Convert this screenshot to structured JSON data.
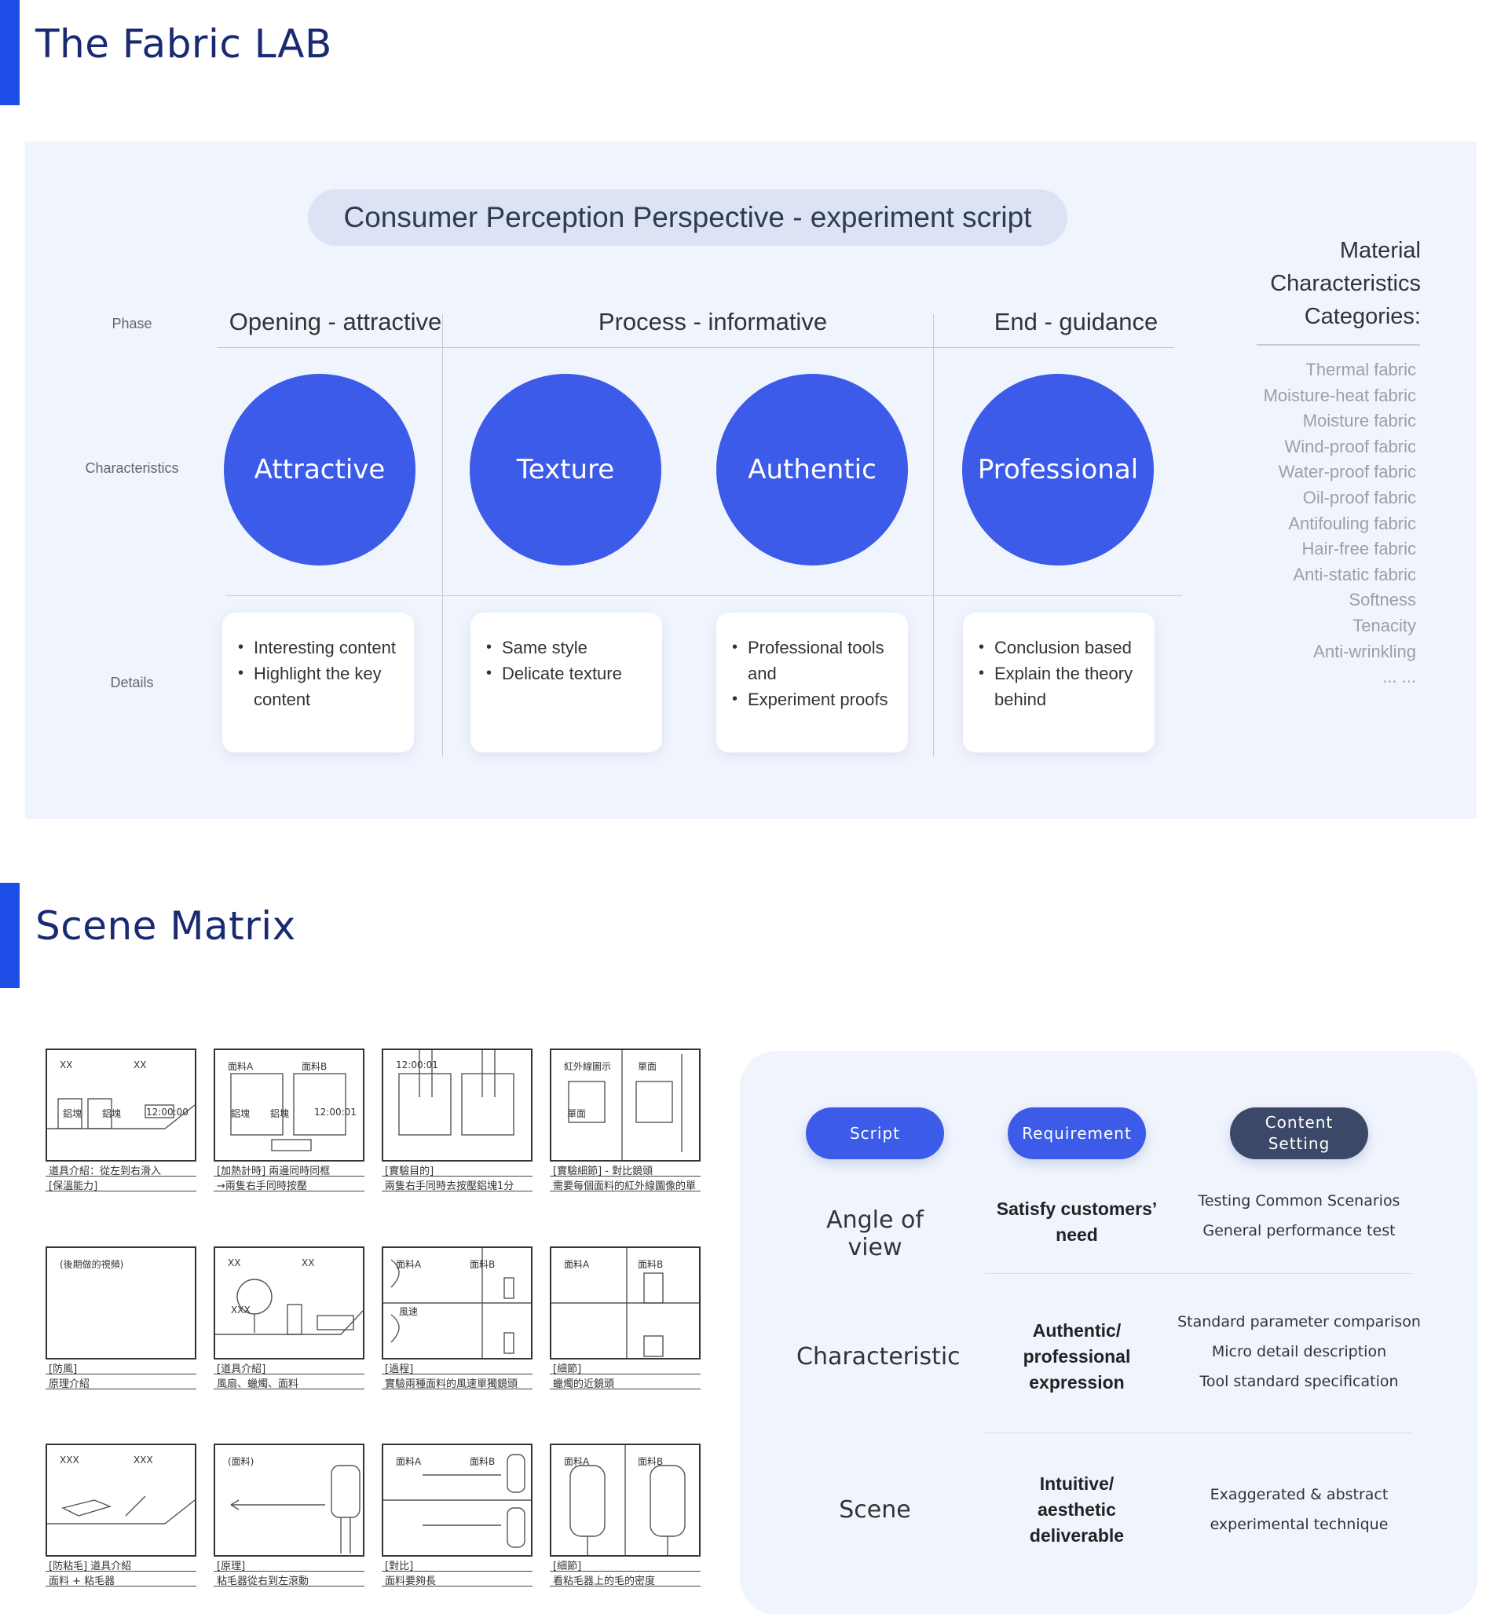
{
  "section1_title": "The Fabric LAB",
  "section2_title": "Scene Matrix",
  "script_panel": {
    "title": "Consumer Perception Perspective - experiment script",
    "row_labels": {
      "phase": "Phase",
      "characteristics": "Characteristics",
      "details": "Details"
    },
    "phases": [
      "Opening - attractive",
      "Process - informative",
      "End - guidance"
    ],
    "characteristics": [
      "Attractive",
      "Texture",
      "Authentic",
      "Professional"
    ],
    "details": [
      [
        "Interesting content",
        "Highlight the key content"
      ],
      [
        "Same style",
        "Delicate texture"
      ],
      [
        "Professional tools and",
        "Experiment proofs"
      ],
      [
        "Conclusion based",
        "Explain the theory behind"
      ]
    ],
    "material_title": "Material Characteristics Categories:",
    "materials": [
      "Thermal fabric",
      "Moisture-heat fabric",
      "Moisture fabric",
      "Wind-proof fabric",
      "Water-proof fabric",
      "Oil-proof fabric",
      "Antifouling fabric",
      "Hair-free fabric",
      "Anti-static fabric",
      "Softness",
      "Tenacity",
      "Anti-wrinkling",
      "... ..."
    ]
  },
  "matrix": {
    "tags": {
      "script": "Script",
      "requirement": "Requirement",
      "content": "Content Setting"
    },
    "rows": [
      {
        "name": "Angle of view",
        "requirement": "Satisfy customers’ need",
        "content": [
          "Testing Common Scenarios",
          "General performance test"
        ]
      },
      {
        "name": "Characteristic",
        "requirement": "Authentic/ professional expression",
        "content": [
          "Standard parameter comparison",
          "Micro detail description",
          "Tool standard specification"
        ]
      },
      {
        "name": "Scene",
        "requirement": "Intuitive/ aesthetic deliverable",
        "content": [
          "Exaggerated & abstract",
          "experimental technique"
        ]
      }
    ],
    "colors": {
      "blue": "#3c5be8",
      "dark": "#3b4868"
    }
  },
  "storyboard": {
    "frames": [
      {
        "caption1": "道具介紹：從左到右滑入",
        "caption2": "[保溫能力]",
        "labels": [
          "XX",
          "XX",
          "鋁塊",
          "鋁塊",
          "12:00:00"
        ]
      },
      {
        "caption1": "[加熱計時] 兩邊同時同框",
        "caption2": "→兩隻右手同時按壓",
        "labels": [
          "面料A",
          "面料B",
          "鋁塊",
          "鋁塊",
          "12:00:01"
        ]
      },
      {
        "caption1": "[實驗目的]",
        "caption2": "兩隻右手同時去按壓鋁塊1分",
        "labels": [
          "12:00:01"
        ]
      },
      {
        "caption1": "[實驗細節] - 對比鏡頭",
        "caption2": "需要每個面料的紅外線圖像的單",
        "labels": [
          "紅外線圖示",
          "單面",
          "單面"
        ]
      },
      {
        "caption1": "[防風]",
        "caption2": "原理介紹",
        "labels": [
          "(後期做的視頻)"
        ]
      },
      {
        "caption1": "[道具介紹]",
        "caption2": "風扇、蠟燭、面料",
        "labels": [
          "XX",
          "XX",
          "XXX"
        ]
      },
      {
        "caption1": "[過程]",
        "caption2": "實驗兩種面料的風速單獨鏡頭",
        "labels": [
          "面料A",
          "面料B",
          "風速"
        ]
      },
      {
        "caption1": "[細節]",
        "caption2": "蠟燭的近鏡頭",
        "labels": [
          "面料A",
          "面料B"
        ]
      },
      {
        "caption1": "[防粘毛] 道具介紹",
        "caption2": "面料 + 粘毛器",
        "labels": [
          "XXX",
          "XXX"
        ]
      },
      {
        "caption1": "[原理]",
        "caption2": "粘毛器從右到左滾動",
        "labels": [
          "(面料)"
        ]
      },
      {
        "caption1": "[對比]",
        "caption2": "面料要夠長",
        "labels": [
          "面料A",
          "面料B"
        ]
      },
      {
        "caption1": "[細節]",
        "caption2": "看粘毛器上的毛的密度",
        "labels": [
          "面料A",
          "面料B"
        ]
      }
    ]
  }
}
